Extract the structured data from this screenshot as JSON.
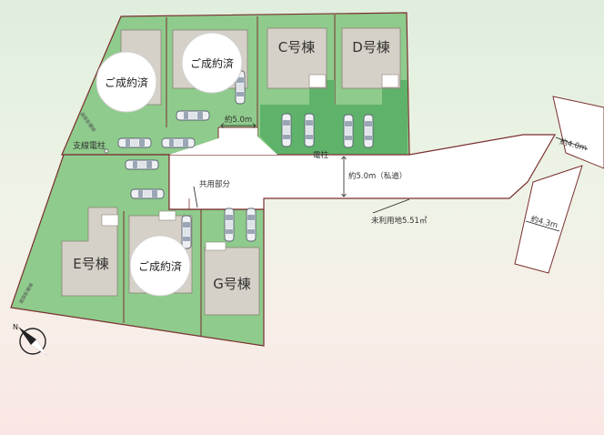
{
  "lots": {
    "c_label": "C号棟",
    "d_label": "D号棟",
    "e_label": "E号棟",
    "g_label": "G号棟"
  },
  "sold_badge": "ご成約済",
  "labels": {
    "road_width_top": "約5.0m",
    "road_width_main": "約5.0m（私道）",
    "road_right_top": "約4.0m",
    "road_right_bottom": "約4.3m",
    "shared_area": "共用部分",
    "unused_land": "未利用地5.51㎡",
    "utility_pole": "電柱",
    "support_wire_pole": "支線電柱",
    "boundary_note_1": "建築影響線",
    "boundary_note_2": "建築影響線"
  },
  "colors": {
    "lot_green": "#8fcb8c",
    "lot_green_dark": "#62b16b",
    "road": "#ffffff",
    "building": "#d6d1c8",
    "outline": "#6b2a2a"
  },
  "icons": [
    "north-arrow-icon",
    "car-icon"
  ]
}
